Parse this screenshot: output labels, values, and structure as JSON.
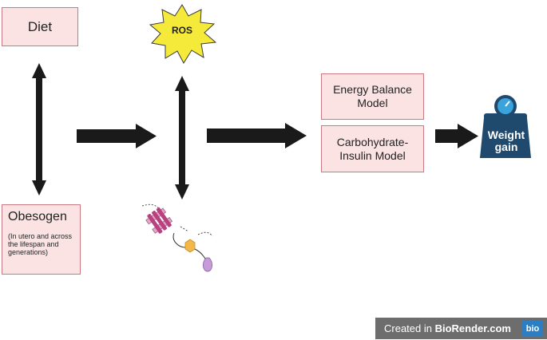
{
  "boxes": {
    "diet": "Diet",
    "obesogen_title": "Obesogen",
    "obesogen_sub": "(In utero and across the lifespan and generations)",
    "energy_balance": "Energy Balance Model",
    "carb_insulin": "Carbohydrate-Insulin Model"
  },
  "ros": {
    "label": "ROS",
    "color": "#f5ea3a"
  },
  "scale": {
    "label": "Weight gain",
    "color": "#1f4a6e",
    "accent": "#3ba3dc"
  },
  "badge": {
    "prefix": "Created in ",
    "brand": "BioRender.com",
    "logo": "bio"
  },
  "colors": {
    "box_fill": "#fbe3e4",
    "box_border": "#c9797f",
    "arrow": "#1a1a1a"
  }
}
